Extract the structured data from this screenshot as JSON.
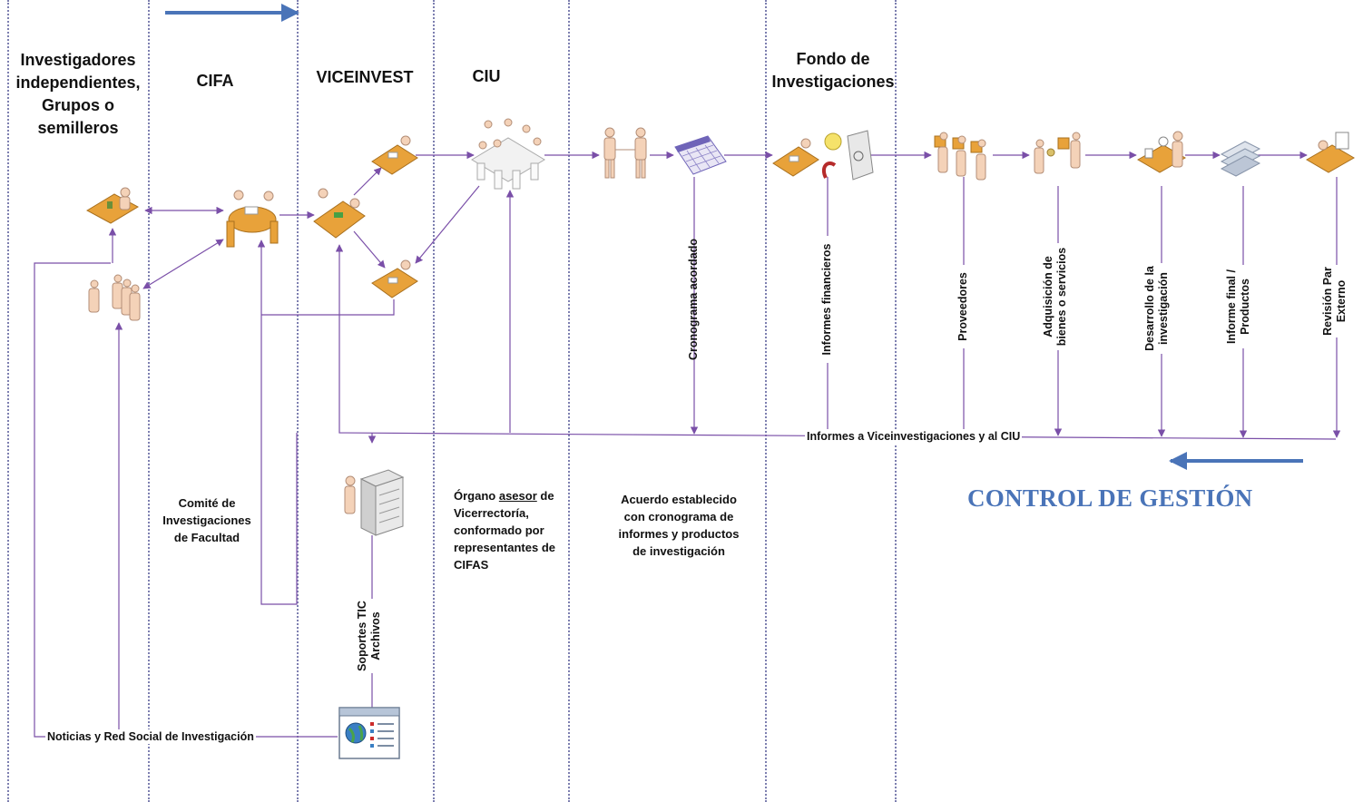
{
  "colors": {
    "flow_line": "#7a4fa8",
    "blue_arrow": "#4a74b8",
    "control_text": "#4a74b8",
    "lane_divider": "#7d7fb0",
    "icon_desk": "#e8a23a",
    "icon_person": "#f4d2b8"
  },
  "lanes": {
    "investigadores": "Investigadores independientes, Grupos o semilleros",
    "cifa": "CIFA",
    "viceinvest": "VICEINVEST",
    "ciu": "CIU",
    "fondo": "Fondo de Investigaciones"
  },
  "stage_labels": {
    "cronograma": "Cronograma acordado",
    "informes_financieros": "Informes financieros",
    "proveedores": "Proveedores",
    "adquisicion": "Adquisición de bienes o servicios",
    "desarrollo": "Desarrollo de la investigación",
    "informe_final": "Informe final / Productos",
    "revision": "Revisión Par Externo",
    "soportes": "Soportes TIC Archivos"
  },
  "flow_labels": {
    "informes_vice": "Informes a Viceinvestigaciones y al CIU",
    "noticias": "Noticias y Red Social de Investigación"
  },
  "notes": {
    "cifa": "Comité de Investigaciones de Facultad",
    "ciu_prefix": "Órgano ",
    "ciu_underlined": "asesor",
    "ciu_suffix": " de Vicerrectoría, conformado por representantes de CIFAS",
    "acuerdo": "Acuerdo establecido con cronograma de informes y productos de investigación"
  },
  "control": "CONTROL DE GESTIÓN",
  "icons": [
    "researcher-desk-icon",
    "people-group-icon",
    "committee-meeting-icon",
    "viceinvest-desk-icon",
    "reviewer-desk-icon",
    "evaluator-desk-icon",
    "ciu-meeting-icon",
    "handshake-icon",
    "calendar-icon",
    "fund-office-icon",
    "money-safe-icon",
    "providers-group-icon",
    "purchase-icon",
    "lab-research-icon",
    "documents-stack-icon",
    "external-reviewer-icon",
    "server-archive-icon",
    "web-portal-icon"
  ]
}
